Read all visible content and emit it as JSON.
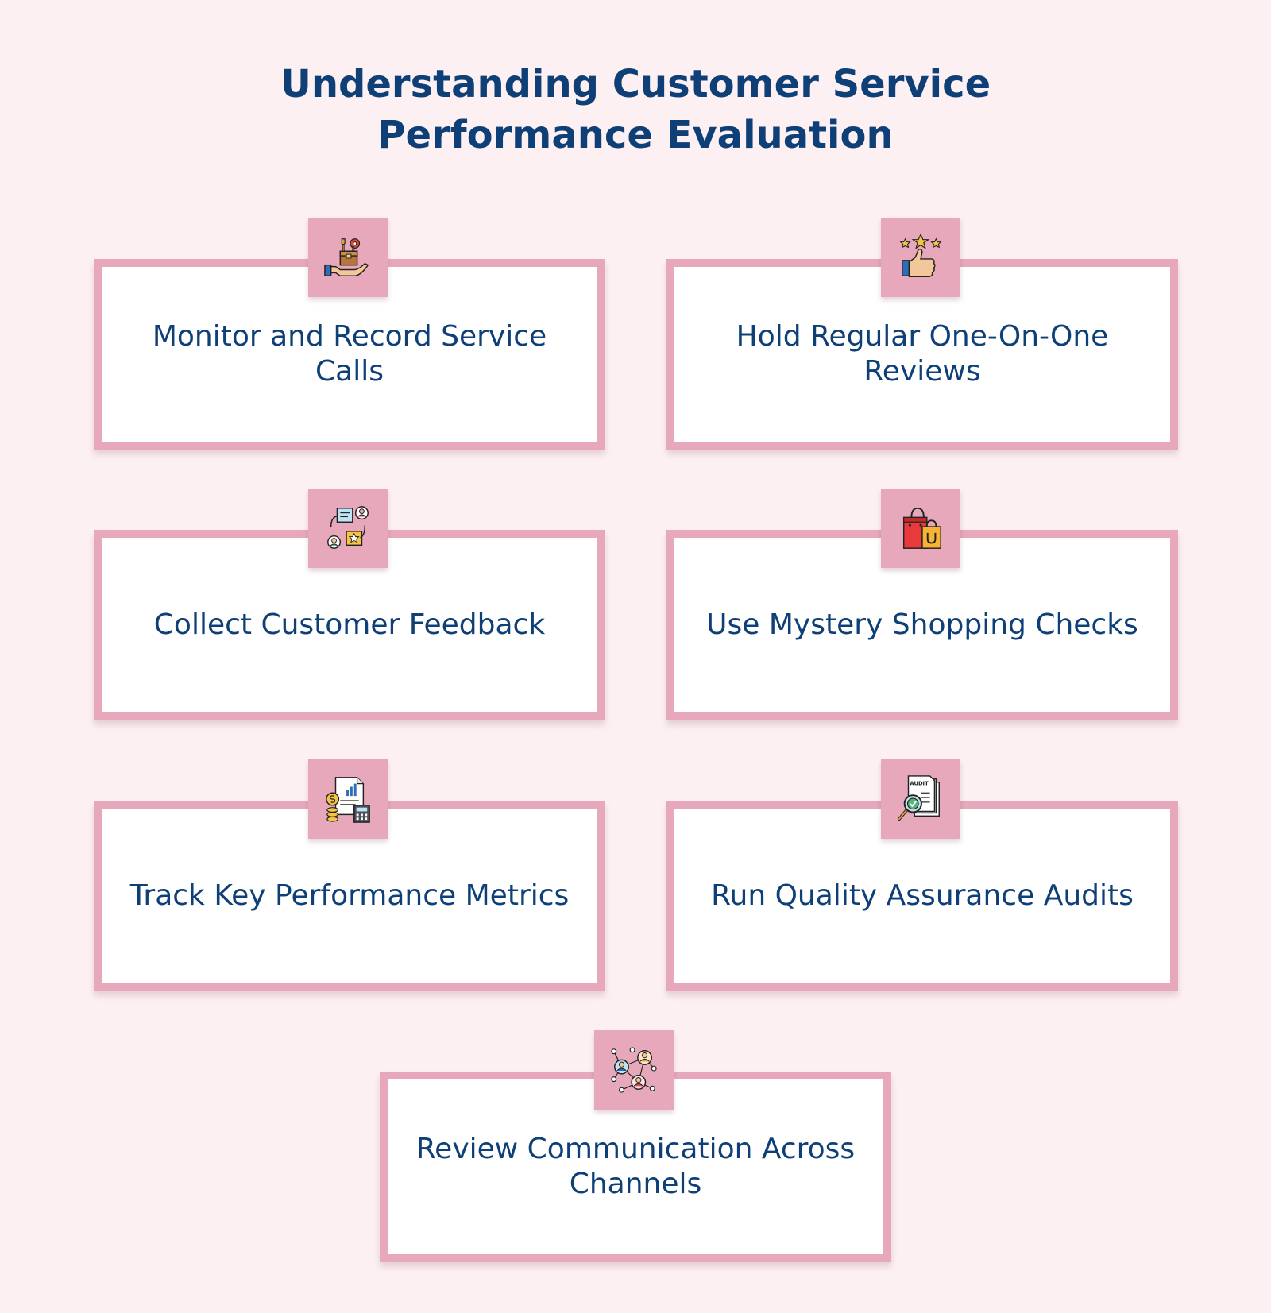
{
  "title": {
    "line1": "Understanding Customer Service",
    "line2": "Performance Evaluation"
  },
  "cards": [
    {
      "label": "Monitor and Record Service Calls",
      "icon": "hand-toolbox-icon"
    },
    {
      "label": "Hold Regular One-On-One Reviews",
      "icon": "thumbs-up-stars-icon"
    },
    {
      "label": "Collect Customer Feedback",
      "icon": "feedback-exchange-icon"
    },
    {
      "label": "Use Mystery Shopping Checks",
      "icon": "shopping-bags-icon"
    },
    {
      "label": "Track Key Performance Metrics",
      "icon": "report-calculator-icon"
    },
    {
      "label": "Run Quality Assurance Audits",
      "icon": "audit-magnifier-icon"
    },
    {
      "label": "Review Communication Across Channels",
      "icon": "network-people-icon"
    }
  ],
  "icon_text": {
    "audit": "AUDIT"
  },
  "colors": {
    "background": "#fdf0f3",
    "card_border": "#e6a8ba",
    "text": "#0e4077"
  }
}
